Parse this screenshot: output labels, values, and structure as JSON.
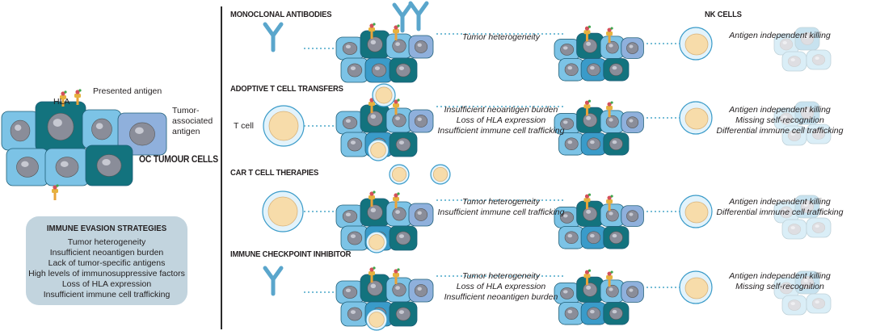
{
  "left": {
    "hla_label": "HLA",
    "presented_label": "Presented antigen",
    "tumor_label_1": "Tumor-",
    "tumor_label_2": "associated",
    "tumor_label_3": "antigen",
    "cells_title": "OC TUMOUR CELLS",
    "strategies_title": "IMMUNE EVASION STRATEGIES",
    "strategies": [
      "Tumor heterogeneity",
      "Insufficient neoantigen burden",
      "Lack of tumor-specific antigens",
      "High levels of immunosuppressive factors",
      "Loss of HLA expression",
      "Insufficient immune cell trafficking"
    ]
  },
  "rows": [
    {
      "title": "MONOCLONAL ANTIBODIES",
      "mid": [
        "Tumor heterogeneity"
      ],
      "right": [
        "Antigen independent killing"
      ]
    },
    {
      "title": "ADOPTIVE T CELL TRANSFERS",
      "cell_label": "T cell",
      "mid": [
        "Insufficient neoantigen burden",
        "Loss of HLA expression",
        "Insufficient immune cell trafficking"
      ],
      "right": [
        "Antigen independent killing",
        "Missing self-recognition",
        "Differential immune cell trafficking"
      ]
    },
    {
      "title": "CAR T CELL THERAPIES",
      "mid": [
        "Tumor heterogeneity",
        "Insufficient immune cell trafficking"
      ],
      "right": [
        "Antigen independent killing",
        "Differential immune cell trafficking"
      ]
    },
    {
      "title": "IMMUNE CHECKPOINT INHIBITOR",
      "mid": [
        "Tumor heterogeneity",
        "Loss of HLA expression",
        "Insufficient neoantigen burden"
      ],
      "right": [
        "Antigen independent killing",
        "Missing self-recognition"
      ]
    }
  ],
  "nk_title": "NK CELLS",
  "colors": {
    "cell_light": "#7cc3e6",
    "cell_mid": "#3a9bc9",
    "cell_dark": "#13737e",
    "cell_blue": "#8fb0dc",
    "nucleus": "#8a8d99",
    "tcell": "#f7dcaa",
    "dotted": "#4aa7c9",
    "box": "#c2d4de"
  }
}
